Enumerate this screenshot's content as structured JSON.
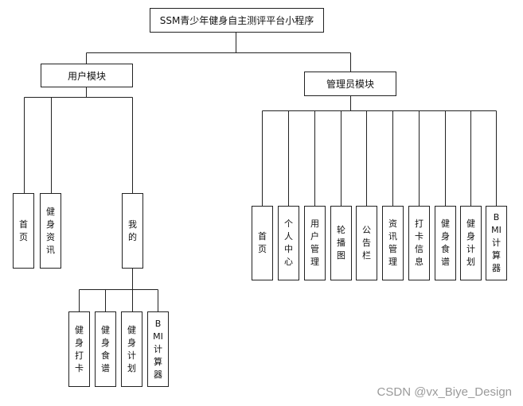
{
  "root": {
    "label": "SSM青少年健身自主测评平台小程序"
  },
  "user_module": {
    "label": "用户模块",
    "children": [
      {
        "label": "首页"
      },
      {
        "label": "健身资讯"
      },
      {
        "label": "我的"
      }
    ],
    "my_children": [
      {
        "label": "健身打卡"
      },
      {
        "label": "健身食谱"
      },
      {
        "label": "健身计划"
      },
      {
        "label": "BMI计算器"
      }
    ]
  },
  "admin_module": {
    "label": "管理员模块",
    "children": [
      {
        "label": "首页"
      },
      {
        "label": "个人中心"
      },
      {
        "label": "用户管理"
      },
      {
        "label": "轮播图"
      },
      {
        "label": "公告栏"
      },
      {
        "label": "资讯管理"
      },
      {
        "label": "打卡信息"
      },
      {
        "label": "健身食谱"
      },
      {
        "label": "健身计划"
      },
      {
        "label": "BMI计算器"
      }
    ]
  },
  "watermark": "CSDN @vx_Biye_Design"
}
